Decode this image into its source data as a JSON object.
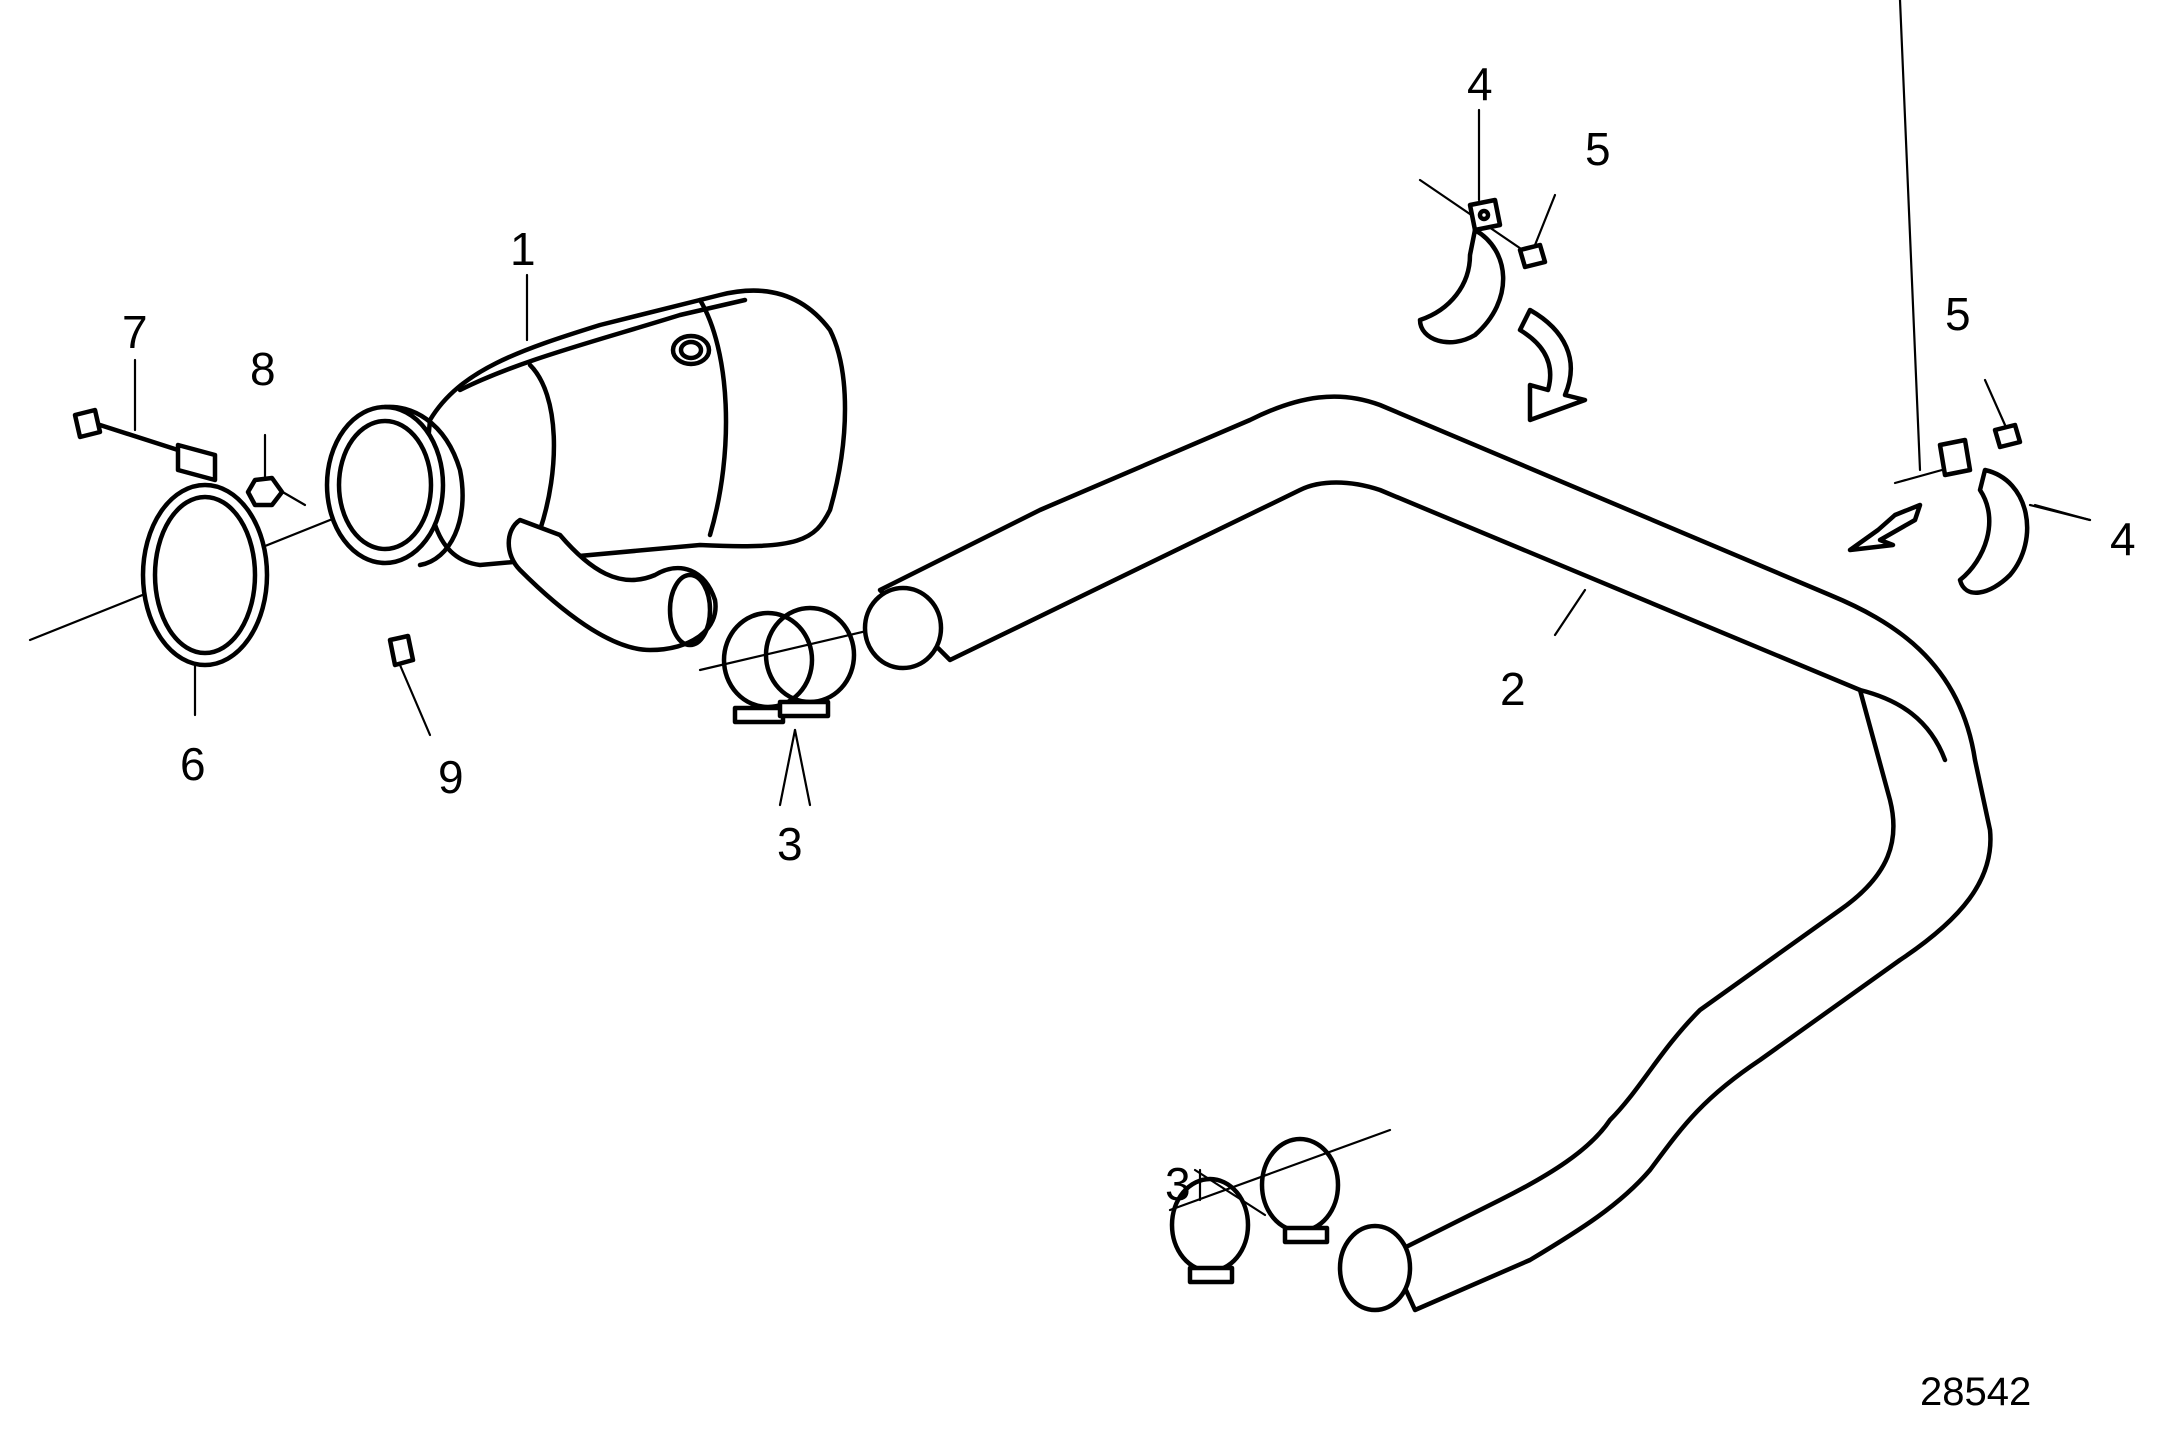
{
  "diagram": {
    "reference_number": "28542",
    "callouts": [
      {
        "id": "c1",
        "label": "1"
      },
      {
        "id": "c2",
        "label": "2"
      },
      {
        "id": "c3a",
        "label": "3"
      },
      {
        "id": "c3b",
        "label": "3"
      },
      {
        "id": "c4a",
        "label": "4"
      },
      {
        "id": "c4b",
        "label": "4"
      },
      {
        "id": "c5a",
        "label": "5"
      },
      {
        "id": "c5b",
        "label": "5"
      },
      {
        "id": "c6",
        "label": "6"
      },
      {
        "id": "c7",
        "label": "7"
      },
      {
        "id": "c8",
        "label": "8"
      },
      {
        "id": "c9",
        "label": "9"
      }
    ]
  }
}
